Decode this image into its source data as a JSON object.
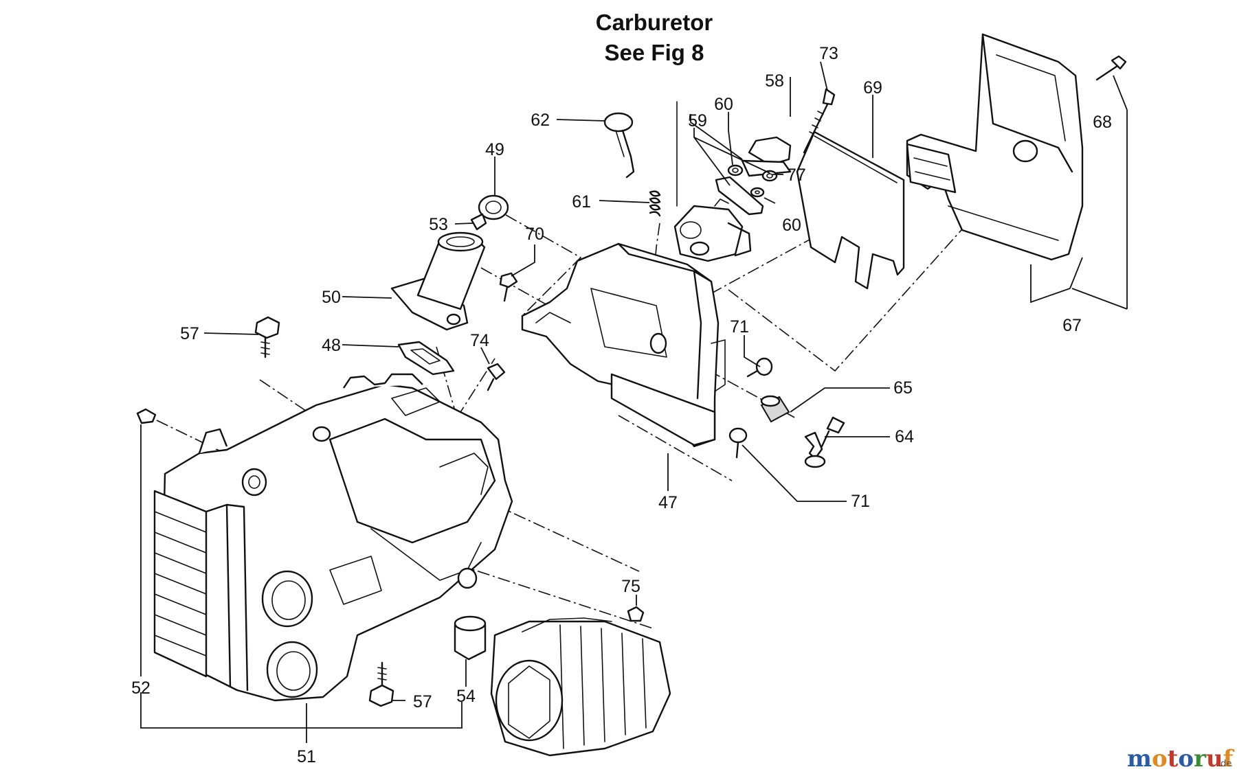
{
  "title": {
    "line1": "Carburetor",
    "line2": "See Fig 8"
  },
  "callouts": {
    "c47": "47",
    "c48": "48",
    "c49": "49",
    "c50": "50",
    "c51": "51",
    "c52": "52",
    "c53": "53",
    "c54": "54",
    "c57a": "57",
    "c57b": "57",
    "c58": "58",
    "c59": "59",
    "c60a": "60",
    "c60b": "60",
    "c61": "61",
    "c62": "62",
    "c64": "64",
    "c65": "65",
    "c67": "67",
    "c68": "68",
    "c69": "69",
    "c70": "70",
    "c71a": "71",
    "c71b": "71",
    "c73": "73",
    "c74": "74",
    "c75": "75",
    "c77": "77"
  },
  "watermark": {
    "m": "m",
    "o1": "o",
    "t": "t",
    "o2": "o",
    "r": "r",
    "u": "u",
    "f": "f",
    "suffix": ".de",
    "colors": [
      "#2b5aa8",
      "#e08a1e",
      "#c0392b",
      "#2b5aa8",
      "#3a8a3a",
      "#c0392b",
      "#e08a1e"
    ]
  }
}
